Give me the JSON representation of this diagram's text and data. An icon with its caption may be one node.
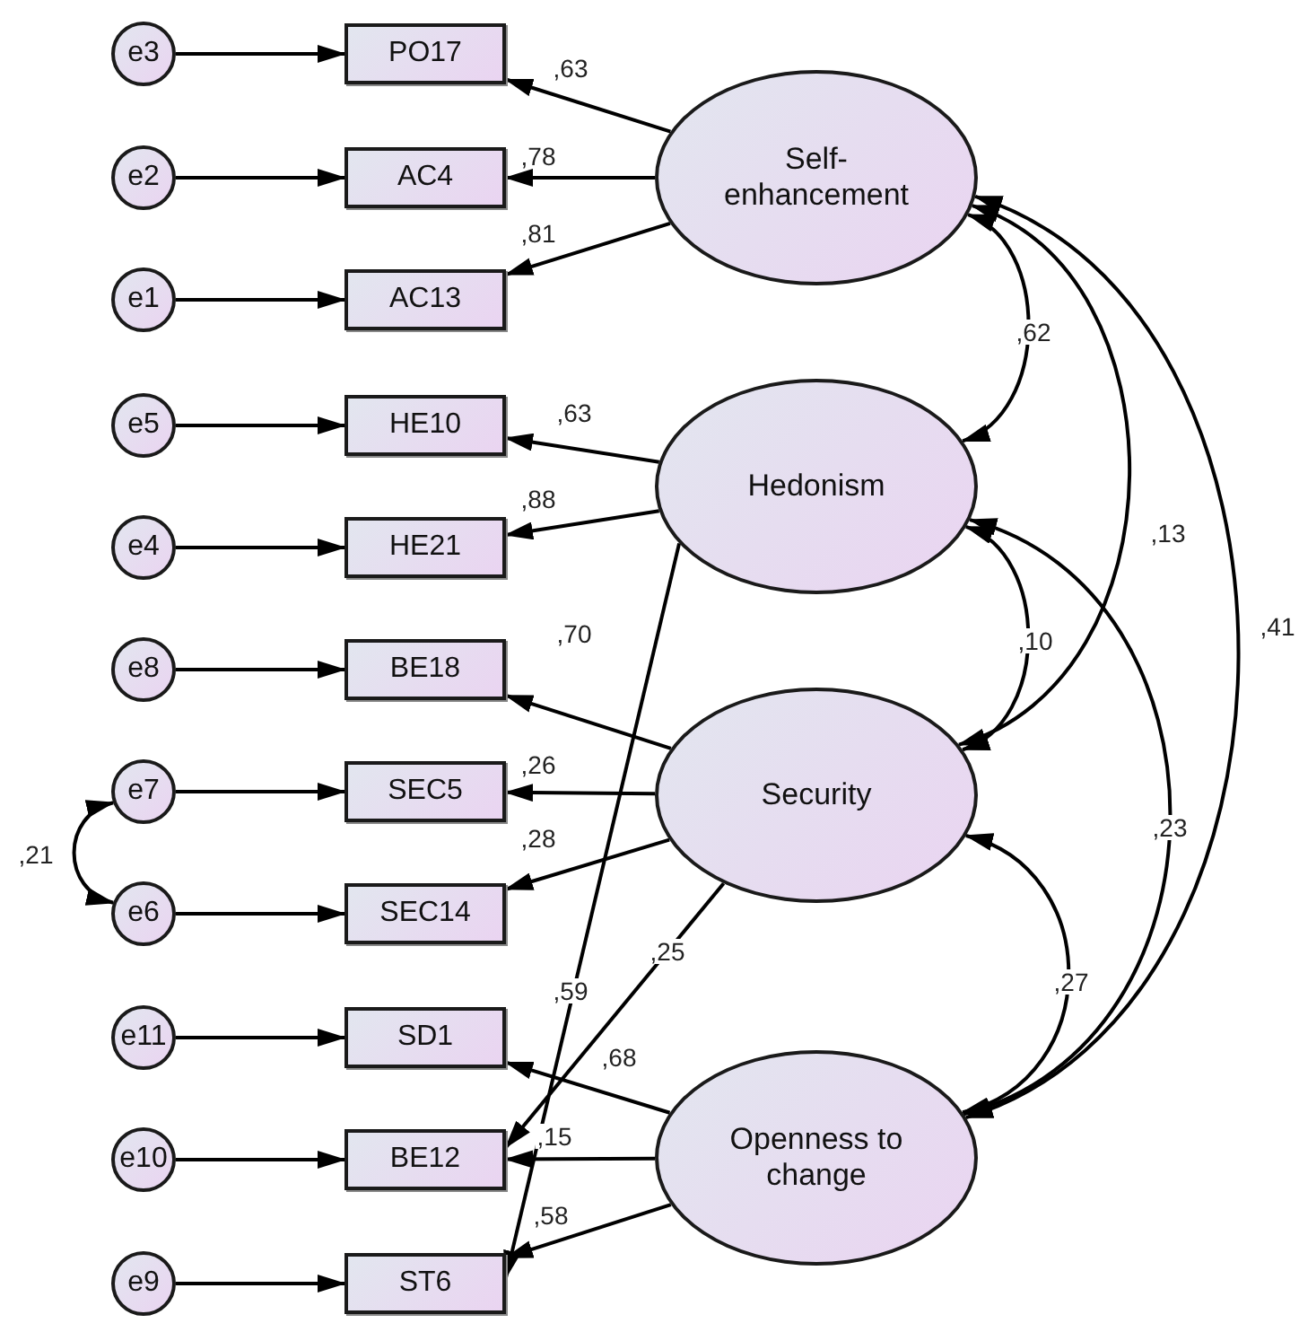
{
  "diagram": {
    "nodes": [
      {
        "text": [
          "e3"
        ]
      },
      {
        "text": [
          "PO17"
        ]
      },
      {
        "text": [
          "Self-enhancement"
        ]
      },
      {
        "text": [
          "e2"
        ]
      },
      {
        "text": [
          "AC4"
        ]
      },
      {
        "text": [
          "e1"
        ]
      },
      {
        "text": [
          "AC13"
        ]
      },
      {
        "text": [
          "e5"
        ]
      },
      {
        "text": [
          "HE10"
        ]
      },
      {
        "text": [
          "Hedonism"
        ]
      },
      {
        "text": [
          "e4"
        ]
      },
      {
        "text": [
          "HE21"
        ]
      },
      {
        "text": [
          "e8"
        ]
      },
      {
        "text": [
          "BE18"
        ]
      },
      {
        "text": [
          "e7"
        ]
      },
      {
        "text": [
          "SEC5"
        ]
      },
      {
        "text": [
          "Security"
        ]
      },
      {
        "text": [
          "e6"
        ]
      },
      {
        "text": [
          "SEC14"
        ]
      },
      {
        "text": [
          "e11"
        ]
      },
      {
        "text": [
          "SD1"
        ]
      },
      {
        "text": [
          "Openness to change"
        ]
      },
      {
        "text": [
          "e10"
        ]
      },
      {
        "text": [
          "BE12"
        ]
      },
      {
        "text": [
          "e9"
        ]
      },
      {
        "text": [
          "ST6"
        ]
      }
    ],
    "edges": [
      {
        "from": 0,
        "to": 1,
        "arrow": "to"
      },
      {
        "from": 3,
        "to": 4,
        "arrow": "to"
      },
      {
        "from": 5,
        "to": 6,
        "arrow": "to"
      },
      {
        "from": 7,
        "to": 8,
        "arrow": "to"
      },
      {
        "from": 10,
        "to": 11,
        "arrow": "to"
      },
      {
        "from": 12,
        "to": 13,
        "arrow": "to"
      },
      {
        "from": 14,
        "to": 15,
        "arrow": "to"
      },
      {
        "from": 17,
        "to": 18,
        "arrow": "to"
      },
      {
        "from": 19,
        "to": 20,
        "arrow": "to"
      },
      {
        "from": 22,
        "to": 23,
        "arrow": "to"
      },
      {
        "from": 24,
        "to": 25,
        "arrow": "to"
      },
      {
        "from": 2,
        "to": 1,
        "arrow": "to",
        "label": ",63"
      },
      {
        "from": 2,
        "to": 4,
        "arrow": "to",
        "label": ",78"
      },
      {
        "from": 2,
        "to": 6,
        "arrow": "to",
        "label": ",81"
      },
      {
        "from": 9,
        "to": 8,
        "arrow": "to",
        "label": ",63"
      },
      {
        "from": 9,
        "to": 11,
        "arrow": "to",
        "label": ",88"
      },
      {
        "from": 9,
        "to": 25,
        "arrow": "to",
        "label": ",59"
      },
      {
        "from": 16,
        "to": 13,
        "arrow": "to",
        "label": ",70"
      },
      {
        "from": 16,
        "to": 15,
        "arrow": "to",
        "label": ",26"
      },
      {
        "from": 16,
        "to": 18,
        "arrow": "to",
        "label": ",28"
      },
      {
        "from": 16,
        "to": 23,
        "arrow": "to",
        "label": ",25"
      },
      {
        "from": 21,
        "to": 20,
        "arrow": "to",
        "label": ",68"
      },
      {
        "from": 21,
        "to": 23,
        "arrow": "to",
        "label": ",15"
      },
      {
        "from": 21,
        "to": 25,
        "arrow": "to",
        "label": ",58"
      },
      {
        "from": 14,
        "to": 17,
        "arrow": "both",
        "label": ",21"
      },
      {
        "from": 2,
        "to": 9,
        "arrow": "both",
        "label": ",62"
      },
      {
        "from": 2,
        "to": 16,
        "arrow": "both",
        "label": ",13"
      },
      {
        "from": 2,
        "to": 21,
        "arrow": "both",
        "label": ",41"
      },
      {
        "from": 9,
        "to": 16,
        "arrow": "both",
        "label": ",10"
      },
      {
        "from": 9,
        "to": 21,
        "arrow": "both",
        "label": ",23"
      },
      {
        "from": 16,
        "to": 21,
        "arrow": "both",
        "label": ",27"
      }
    ]
  }
}
